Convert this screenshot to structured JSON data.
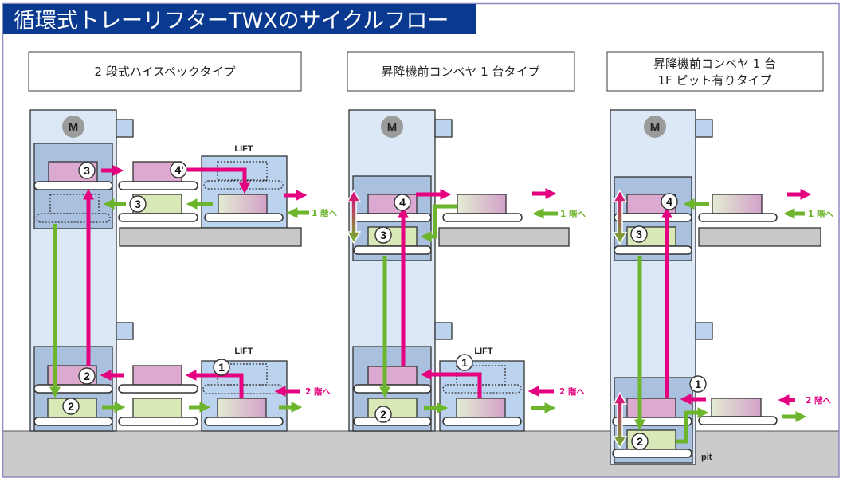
{
  "title": "循環式トレーリフターTWXのサイクルフロー",
  "colors": {
    "title_bar": "#0a3990",
    "frame_border": "#8e8bc0",
    "flow_pink": "#e4007f",
    "flow_green": "#6cb52d",
    "tower_fill": "#dce8f6",
    "carriage_fill": "#a9c1df",
    "lift_fill": "#bcd3ef",
    "motor_fill": "#9b9b9b",
    "tray_pink": "#dcaad0",
    "tray_green": "#d8e8b6",
    "floor_slab": "#c8c8c8",
    "ground": "#cbcbcb"
  },
  "panels": [
    {
      "label_lines": [
        "2 段式ハイスペックタイプ"
      ],
      "motor": "M",
      "lift_labels": [
        "LIFT",
        "LIFT"
      ],
      "to_floor_1": "1 階へ",
      "to_floor_2": "2 階へ",
      "steps": [
        "3",
        "4'",
        "3",
        "2",
        "2",
        "1"
      ]
    },
    {
      "label_lines": [
        "昇降機前コンベヤ 1 台タイプ"
      ],
      "motor": "M",
      "lift_labels": [
        "LIFT"
      ],
      "to_floor_1": "1 階へ",
      "to_floor_2": "2 階へ",
      "steps": [
        "4",
        "3",
        "1",
        "2"
      ]
    },
    {
      "label_lines": [
        "昇降機前コンベヤ 1 台",
        "1F ピット有りタイプ"
      ],
      "motor": "M",
      "to_floor_1": "1 階へ",
      "to_floor_2": "2 階へ",
      "steps": [
        "4",
        "3",
        "1",
        "2"
      ],
      "pit_label": "pit"
    }
  ]
}
